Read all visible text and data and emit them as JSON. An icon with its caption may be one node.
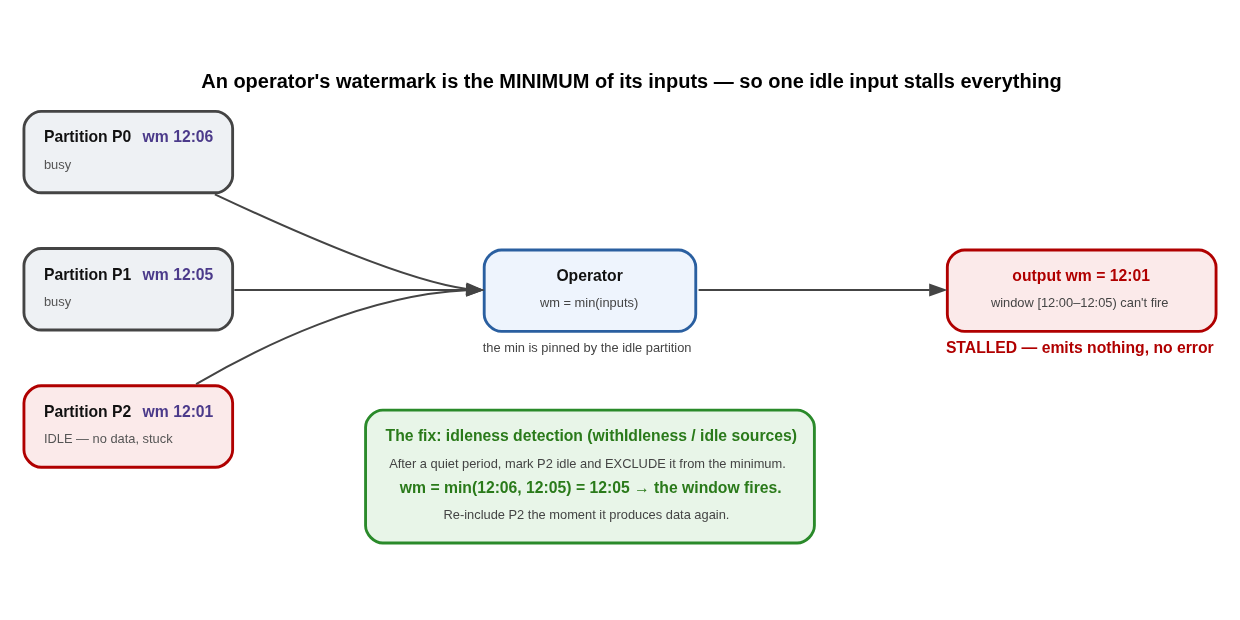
{
  "diagram": {
    "title": "An operator's watermark is the MINIMUM of its inputs — so one idle input stalls everything",
    "nodes": [
      {
        "text": [
          "Partition P0",
          "wm 12:06",
          "busy"
        ]
      },
      {
        "text": [
          "Partition P1",
          "wm 12:05",
          "busy"
        ]
      },
      {
        "text": [
          "Partition P2",
          "wm 12:01",
          "IDLE — no data, stuck"
        ]
      },
      {
        "text": [
          "Operator",
          "wm = min(inputs)"
        ],
        "beside": [
          "the min is pinned by the idle partition"
        ]
      },
      {
        "text": [
          "output wm = 12:01",
          "window [12:00–12:05) can't fire"
        ],
        "beside": [
          "STALLED — emits nothing, no error"
        ]
      },
      {
        "text": [
          "The fix: idleness detection (withIdleness / idle sources)",
          "After a quiet period, mark P2 idle and EXCLUDE it from the minimum.",
          "wm = min(12:06, 12:05) = 12:05 → the window fires.",
          "Re-include P2 the moment it produces data again."
        ]
      }
    ],
    "edges": [
      {
        "from": 0,
        "to": 3,
        "arrow": "to"
      },
      {
        "from": 1,
        "to": 3,
        "arrow": "to"
      },
      {
        "from": 2,
        "to": 3,
        "arrow": "to"
      },
      {
        "from": 3,
        "to": 4,
        "arrow": "to"
      }
    ]
  }
}
